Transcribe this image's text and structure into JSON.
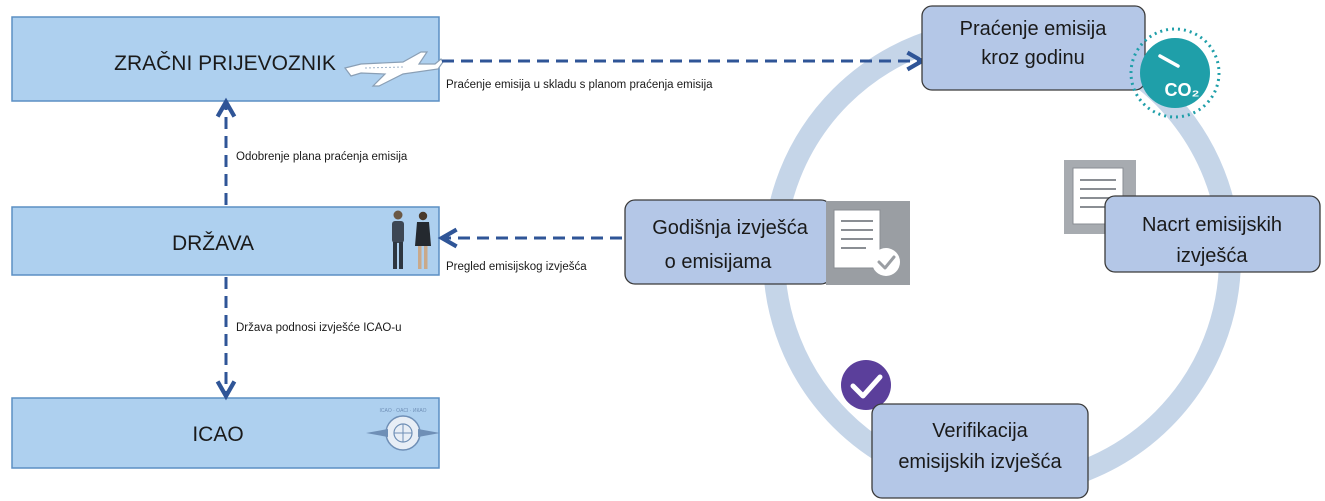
{
  "left_boxes": {
    "carrier": "ZRAČNI PRIJEVOZNIK",
    "state": "DRŽAVA",
    "icao": "ICAO",
    "icao_seal_text": "ICAO · OACI · ИКАО"
  },
  "arrow_labels": {
    "carrier_to_cycle": "Praćenje emisija u skladu s planom praćenja emisija",
    "state_to_carrier": "Odobrenje plana praćenja emisija",
    "cycle_to_state": "Pregled emisijskog izvješća",
    "state_to_icao": "Država podnosi izvješće ICAO-u"
  },
  "cycle": {
    "monitoring": [
      "Praćenje emisija",
      "kroz godinu"
    ],
    "draft": [
      "Nacrt emisijskih",
      "izvješća"
    ],
    "verification": [
      "Verifikacija",
      "emisijskih izvješća"
    ],
    "annual": [
      "Godišnja izvješća",
      "o emisijama"
    ],
    "co2_label": "CO₂"
  },
  "colors": {
    "box_fill": "#aed0ef",
    "box_border": "#5b8fc4",
    "arrow": "#2f5597",
    "cycle_ring": "#c5d5e8",
    "cycle_box_fill": "#b4c7e7",
    "teal": "#1f9fa9",
    "purple": "#5b3f9b",
    "doc_gray": "#9a9ea3"
  }
}
